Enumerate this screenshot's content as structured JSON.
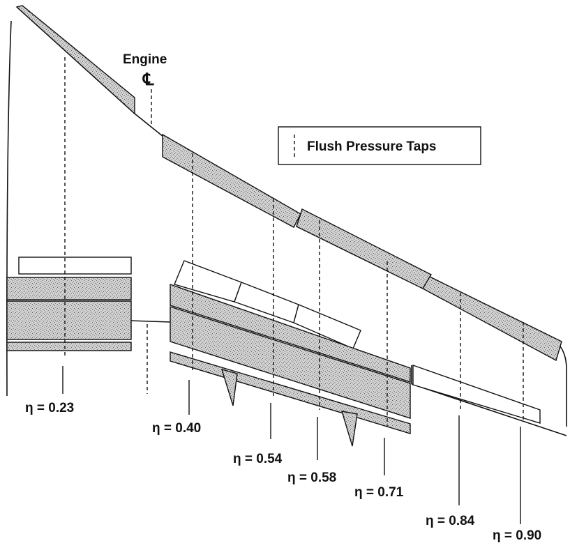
{
  "engine_label": "Engine",
  "centerline_symbol": "℄",
  "legend": {
    "label": "Flush Pressure Taps"
  },
  "stations": [
    {
      "eta_label": "η = 0.23"
    },
    {
      "eta_label": "η = 0.40"
    },
    {
      "eta_label": "η = 0.54"
    },
    {
      "eta_label": "η = 0.58"
    },
    {
      "eta_label": "η = 0.71"
    },
    {
      "eta_label": "η = 0.84"
    },
    {
      "eta_label": "η = 0.90"
    }
  ]
}
